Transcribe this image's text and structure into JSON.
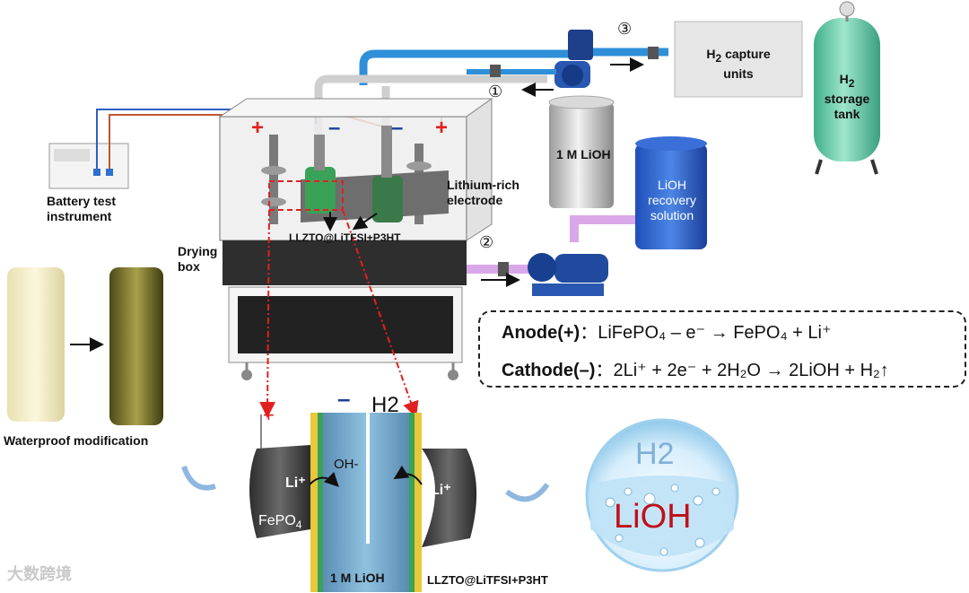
{
  "labels": {
    "battery_test": [
      "Battery test",
      "instrument"
    ],
    "lithium_rich": [
      "Lithium-rich",
      "electrode"
    ],
    "drying_box": [
      "Drying",
      "box"
    ],
    "llzto_top": "LLZTO@LiTFSI+P3HT",
    "lioh_tank": "1 M LiOH",
    "lioh_recovery": [
      "LiOH",
      "recovery",
      "solution"
    ],
    "h2_capture": [
      "capture",
      "units"
    ],
    "h2_storage": [
      "storage",
      "tank"
    ],
    "h2_symbol": "H",
    "h2_sub": "2",
    "circle_1": "①",
    "circle_2": "②",
    "circle_3": "③",
    "waterproof": "Waterproof modification",
    "plus": "+",
    "minus": "–",
    "detail_h2": "H2",
    "detail_oh": "OH-",
    "detail_li_left": "Li⁺",
    "detail_li_right": "Li⁺",
    "detail_fepo4": "FePO",
    "detail_fepo4_sub": "4",
    "detail_lioh": "1 M LiOH",
    "detail_llzto": "LLZTO@LiTFSI+P3HT",
    "bubble_h2": "H2",
    "bubble_lioh": "LiOH",
    "watermark": "大数跨境"
  },
  "equations": {
    "anode_label": "Anode(+)",
    "anode_text": "：LiFePO₄ – e⁻ → FePO₄ + Li⁺",
    "cathode_label": "Cathode(–)",
    "cathode_text": "：2Li⁺ + 2e⁻ + 2H₂O → 2LiOH + H₂↑"
  },
  "colors": {
    "accent_blue": "#2f8fd8",
    "pipe_purple": "#d9a8e8",
    "tank_green": "#5fc7a4",
    "lioh_red": "#c0101a",
    "dashed_red": "#e02020"
  }
}
